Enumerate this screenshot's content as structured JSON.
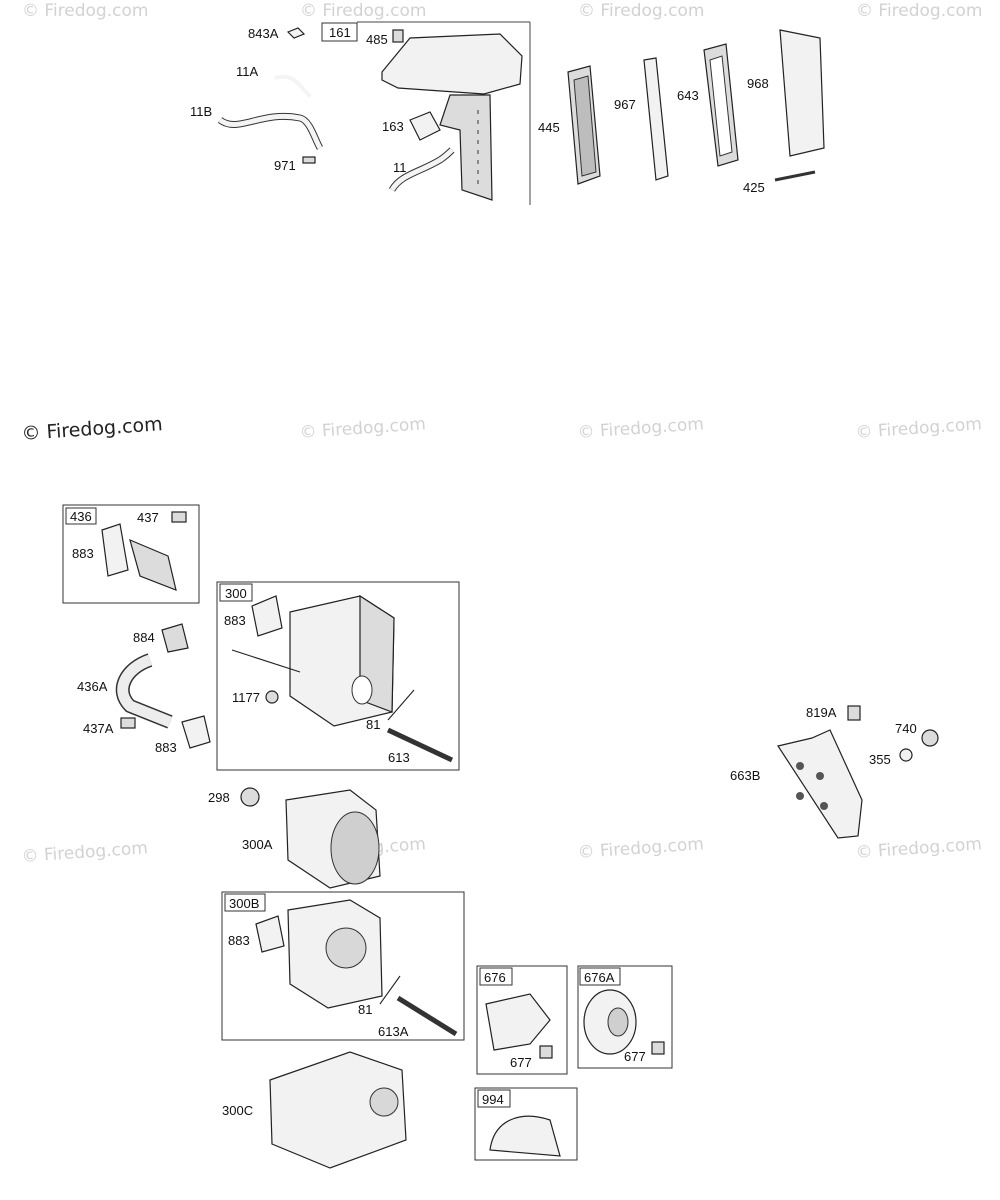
{
  "watermark": {
    "text": "© Firedog.com"
  },
  "labels": {
    "p843A": "843A",
    "p161": "161",
    "p485": "485",
    "p11A": "11A",
    "p11B": "11B",
    "p163": "163",
    "p971": "971",
    "p11": "11",
    "p445": "445",
    "p967": "967",
    "p643": "643",
    "p968": "968",
    "p425": "425",
    "p436": "436",
    "p437": "437",
    "p883a": "883",
    "p300": "300",
    "p883b": "883",
    "p884": "884",
    "p436A": "436A",
    "p437A": "437A",
    "p883c": "883",
    "p1177": "1177",
    "p81a": "81",
    "p613": "613",
    "p298": "298",
    "p300A": "300A",
    "p300B": "300B",
    "p883d": "883",
    "p81b": "81",
    "p613A": "613A",
    "p676": "676",
    "p677a": "677",
    "p676A": "676A",
    "p677b": "677",
    "p994": "994",
    "p300C": "300C",
    "p819A": "819A",
    "p740": "740",
    "p355": "355",
    "p663B": "663B"
  }
}
